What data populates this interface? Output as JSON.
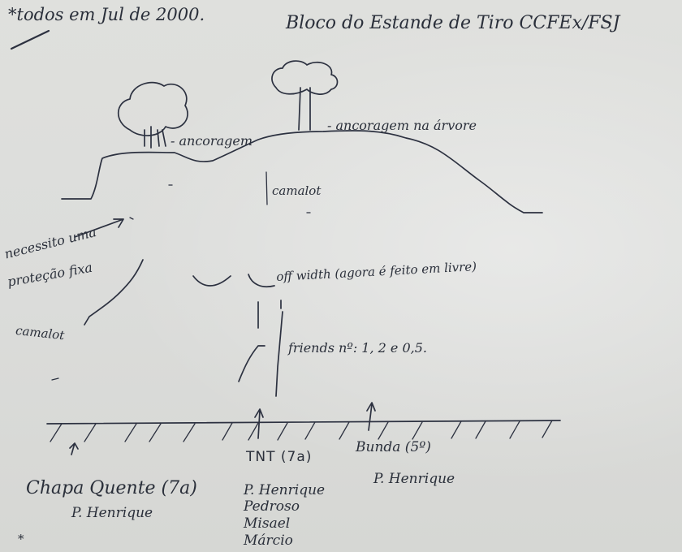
{
  "note": "*todos em Jul de 2000.",
  "title": "Bloco do Estande de Tiro CCFEx/FSJ",
  "labels": {
    "anchor_left": "- ancoragem",
    "anchor_tree": "- ancoragem na árvore",
    "camalot_top": "camalot",
    "need_fixed_1": "necessito uma",
    "need_fixed_2": "proteção fixa",
    "camalot_left": "camalot",
    "offwidth": "off width (agora é feito em livre)",
    "friends": "friends nº: 1, 2 e 0,5."
  },
  "routes": [
    {
      "name": "Chapa Quente (7a)",
      "climbers": [
        "P. Henrique"
      ]
    },
    {
      "name": "TNT (7a)",
      "climbers": [
        "P. Henrique",
        "Pedroso",
        "Misael",
        "Márcio"
      ]
    },
    {
      "name": "Bunda (5º)",
      "climbers": [
        "P. Henrique"
      ]
    }
  ],
  "footnote_mark": "*",
  "colors": {
    "paper": "#dcdddb",
    "ink": "#2c3140"
  }
}
